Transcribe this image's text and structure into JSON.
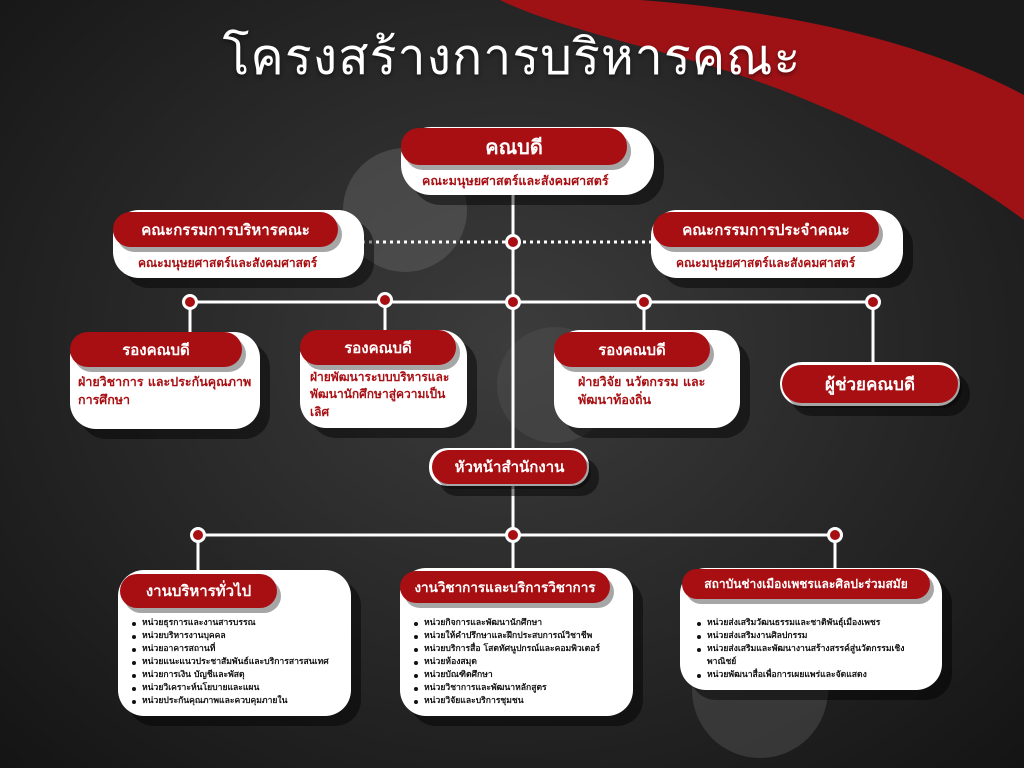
{
  "title": "โครงสร้างการบริหารคณะ",
  "colors": {
    "accent": "#a80f13",
    "background": "#262626",
    "card": "#ffffff"
  },
  "dean": {
    "title": "คณบดี",
    "subtitle": "คณะมนุษยศาสตร์และสังคมศาสตร์"
  },
  "committees": [
    {
      "title": "คณะกรรมการบริหารคณะ",
      "subtitle": "คณะมนุษยศาสตร์และสังคมศาสตร์"
    },
    {
      "title": "คณะกรรมการประจำคณะ",
      "subtitle": "คณะมนุษยศาสตร์และสังคมศาสตร์"
    }
  ],
  "vice_deans": [
    {
      "title": "รองคณบดี",
      "description": "ฝ่ายวิชาการ และประกันคุณภาพการศึกษา"
    },
    {
      "title": "รองคณบดี",
      "description": "ฝ่ายพัฒนาระบบบริหารและพัฒนานักศึกษาสู่ความเป็นเลิศ"
    },
    {
      "title": "รองคณบดี",
      "description": "ฝ่ายวิจัย นวัตกรรม และพัฒนาท้องถิ่น"
    }
  ],
  "assistant_dean": {
    "title": "ผู้ช่วยคณบดี"
  },
  "office_head": {
    "title": "หัวหน้าสำนักงาน"
  },
  "departments": [
    {
      "title": "งานบริหารทั่วไป",
      "units": [
        "หน่วยธุรการและงานสารบรรณ",
        "หน่วยบริหารงานบุคคล",
        "หน่วยอาคารสถานที่",
        "หน่วยแนะแนวประชาสัมพันธ์และบริการสารสนเทศ",
        "หน่วยการเงิน บัญชีและพัสดุ",
        "หน่วยวิเคราะห์นโยบายและแผน",
        "หน่วยประกันคุณภาพและควบคุมภายใน"
      ]
    },
    {
      "title": "งานวิชาการและบริการวิชาการ",
      "units": [
        "หน่วยกิจการและพัฒนานักศึกษา",
        "หน่วยให้คำปรึกษาและฝึกประสบการณ์วิชาชีพ",
        "หน่วยบริการสื่อ โสตทัศนูปกรณ์และคอมพิวเตอร์",
        "หน่วยห้องสมุด",
        "หน่วยบัณฑิตศึกษา",
        "หน่วยวิชาการและพัฒนาหลักสูตร",
        "หน่วยวิจัยและบริการชุมชน"
      ]
    },
    {
      "title": "สถาบันช่างเมืองเพชรและศิลปะร่วมสมัย",
      "units": [
        "หน่วยส่งเสริมวัฒนธรรมและชาติพันธุ์เมืองเพชร",
        "หน่วยส่งเสริมงานศิลปกรรม",
        "หน่วยส่งเสริมและพัฒนางานสร้างสรรค์สู่นวัตกรรมเชิงพาณิชย์",
        "หน่วยพัฒนาสื่อเพื่อการเผยแพร่และจัดแสดง"
      ]
    }
  ]
}
